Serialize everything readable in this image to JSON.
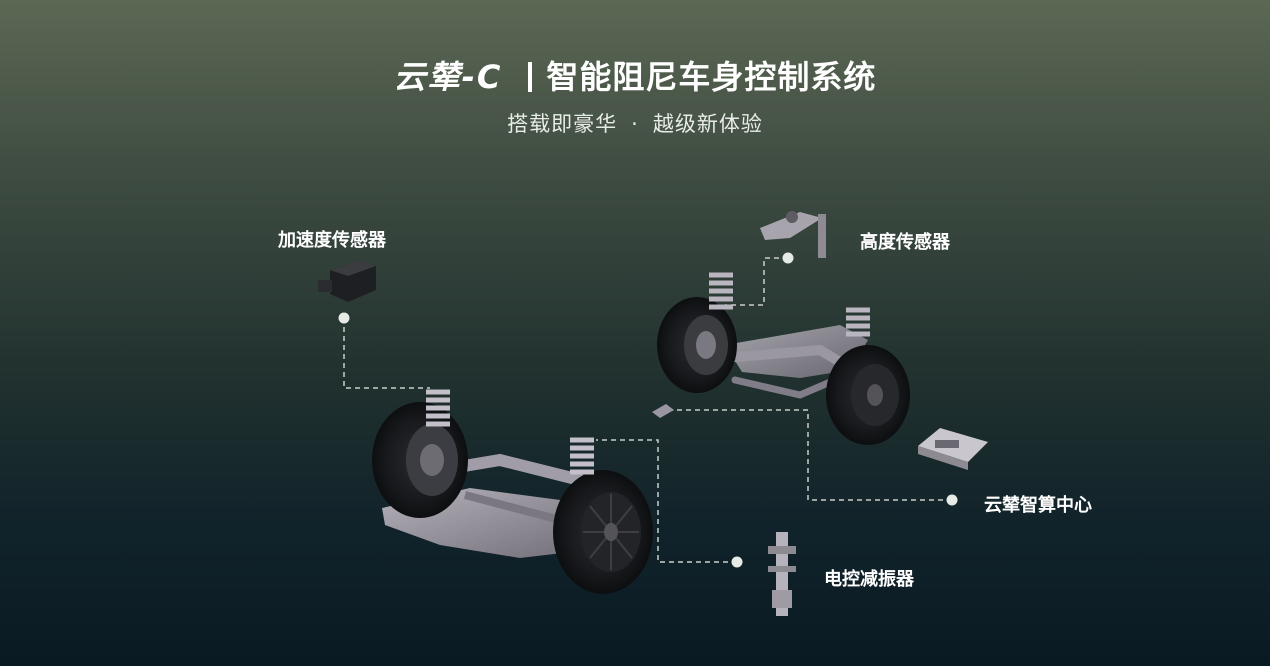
{
  "header": {
    "brand": "云辇-C",
    "title": "智能阻尼车身控制系统",
    "subtitle_left": "搭载即豪华",
    "subtitle_dot": "·",
    "subtitle_right": "越级新体验"
  },
  "callouts": {
    "accel_sensor": "加速度传感器",
    "height_sensor": "高度传感器",
    "compute_center": "云辇智算中心",
    "damper": "电控减振器"
  },
  "colors": {
    "leader_line": "#c8cfc8",
    "tire": "#1b1d20",
    "frame": "#8d8a92"
  }
}
